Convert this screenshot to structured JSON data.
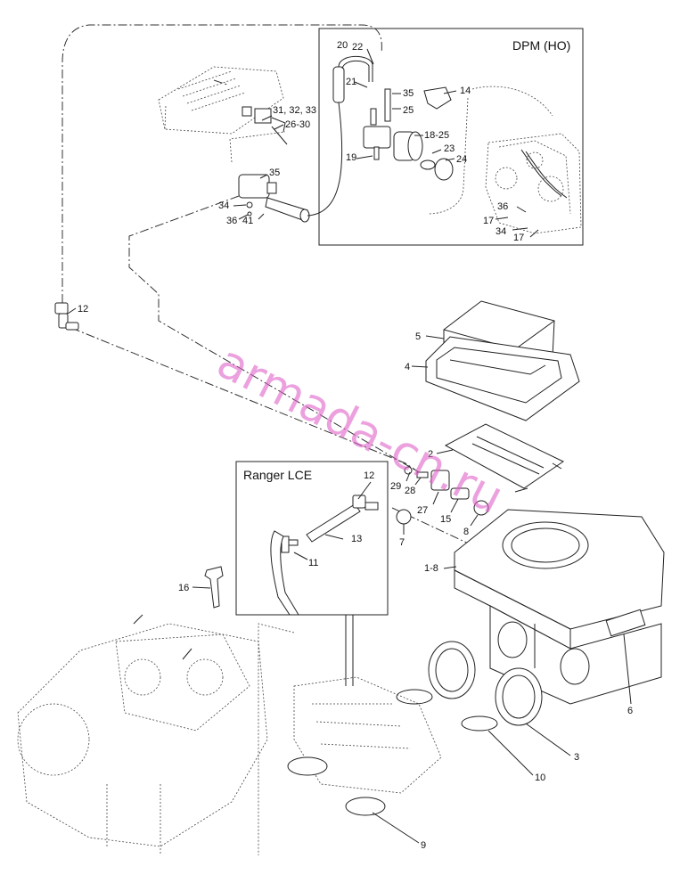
{
  "insets": {
    "dpm": "DPM (HO)",
    "ranger": "Ranger LCE"
  },
  "labels": {
    "l20": "20",
    "l22": "22",
    "l21": "21",
    "l35a": "35",
    "l14": "14",
    "l25": "25",
    "l31": "31, 32, 33",
    "l2630": "26-30",
    "l1825": "18-25",
    "l23": "23",
    "l19": "19",
    "l24": "24",
    "l35b": "35",
    "l34a": "34",
    "l36a": "36",
    "l41": "41",
    "l36b": "36",
    "l17a": "17",
    "l34b": "34",
    "l17b": "17",
    "l12a": "12",
    "l5": "5",
    "l4": "4",
    "l2": "2",
    "l29": "29",
    "l28": "28",
    "l27": "27",
    "l15": "15",
    "l8": "8",
    "l12b": "12",
    "l7": "7",
    "l13": "13",
    "l11": "11",
    "l18": "1-8",
    "l16": "16",
    "l6": "6",
    "l3": "3",
    "l10": "10",
    "l9": "9"
  },
  "watermark": "armada-cn.ru"
}
